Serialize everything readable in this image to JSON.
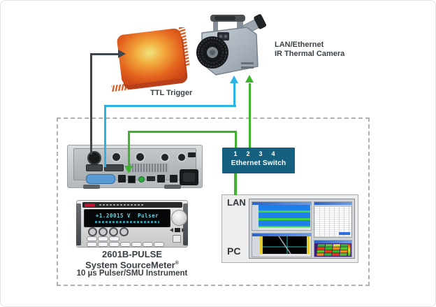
{
  "colors": {
    "line_cyan": "#2bb3e6",
    "line_green": "#3db32e",
    "line_dark": "#3f464b",
    "switch_teal": "#15607e",
    "label_dark": "#3b4248"
  },
  "ttl_trigger_label": "TTL Trigger",
  "camera": {
    "label_line1": "LAN/Ethernet",
    "label_line2": "IR Thermal Camera"
  },
  "ethernet_switch": {
    "ports": [
      "1",
      "2",
      "3",
      "4"
    ],
    "label": "Ethernet Switch"
  },
  "pc": {
    "lan_label": "LAN",
    "pc_label": "PC"
  },
  "instrument": {
    "display_value": "+1.20015 V",
    "display_mode": "Pulser",
    "model": "2601B-PULSE",
    "product_name": "System SourceMeter",
    "registered_mark": "®",
    "subtitle": "10 µs Pulser/SMU Instrument"
  }
}
